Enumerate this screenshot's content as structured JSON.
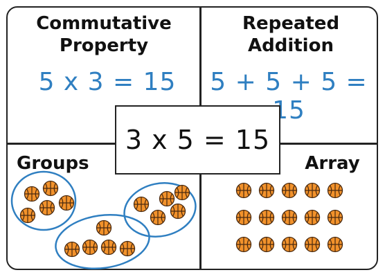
{
  "quadrants": {
    "top_left": {
      "title_line1": "Commutative",
      "title_line2": "Property",
      "equation": "5 x 3 = 15"
    },
    "top_right": {
      "title_line1": "Repeated",
      "title_line2": "Addition",
      "equation": "5 + 5 + 5 = 15"
    },
    "bottom_left": {
      "title": "Groups"
    },
    "bottom_right": {
      "title": "Array"
    }
  },
  "center": {
    "equation": "3 x 5 = 15"
  },
  "groups": {
    "group_count": 3,
    "balls_per_group": 5
  },
  "array": {
    "rows": 3,
    "columns": 5
  },
  "colors": {
    "equation_blue": "#2f7fc1",
    "ball_orange": "#f2922b",
    "group_outline": "#2f7fc1",
    "border": "#222222"
  },
  "icons": {
    "ball": "basketball-icon"
  }
}
